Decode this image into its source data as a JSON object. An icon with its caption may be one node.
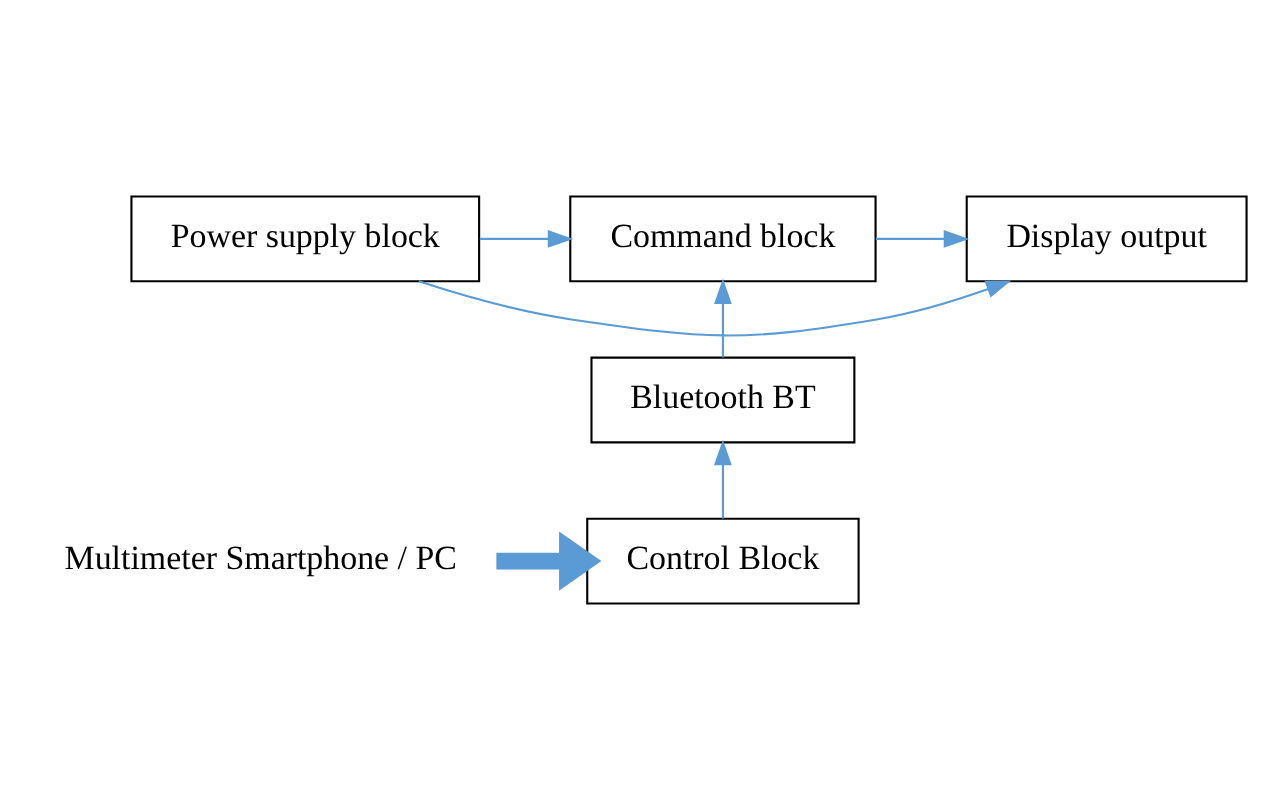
{
  "diagram": {
    "nodes": [
      {
        "text": [
          "Power supply block"
        ]
      },
      {
        "text": [
          "Command block"
        ]
      },
      {
        "text": [
          "Display output"
        ]
      },
      {
        "text": [
          "Bluetooth BT"
        ]
      },
      {
        "text": [
          "Control Block"
        ]
      },
      {
        "text": [
          "Multimeter Smartphone / PC"
        ]
      }
    ],
    "edges": [
      {
        "from": 0,
        "to": 1,
        "arrow": "to"
      },
      {
        "from": 1,
        "to": 2,
        "arrow": "to"
      },
      {
        "from": 0,
        "to": 2,
        "arrow": "to"
      },
      {
        "from": 3,
        "to": 1,
        "arrow": "to"
      },
      {
        "from": 4,
        "to": 3,
        "arrow": "to"
      },
      {
        "from": 5,
        "to": 4,
        "arrow": "to",
        "style": "thick"
      }
    ]
  }
}
